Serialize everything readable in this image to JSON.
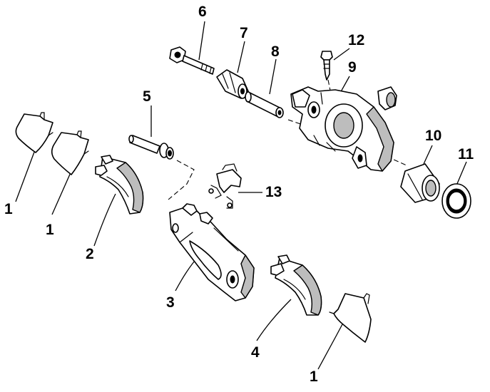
{
  "diagram": {
    "callouts": [
      {
        "id": "shim-a",
        "text": "1"
      },
      {
        "id": "shim-b",
        "text": "1"
      },
      {
        "id": "pad-inner",
        "text": "2"
      },
      {
        "id": "bracket",
        "text": "3"
      },
      {
        "id": "pad-outer",
        "text": "4"
      },
      {
        "id": "pin",
        "text": "5"
      },
      {
        "id": "bolt",
        "text": "6"
      },
      {
        "id": "boot",
        "text": "7"
      },
      {
        "id": "sleeve",
        "text": "8"
      },
      {
        "id": "caliper",
        "text": "9"
      },
      {
        "id": "piston",
        "text": "10"
      },
      {
        "id": "seal",
        "text": "11"
      },
      {
        "id": "bleeder",
        "text": "12"
      },
      {
        "id": "clip",
        "text": "13"
      },
      {
        "id": "shim-c",
        "text": "1"
      }
    ],
    "colors": {
      "line": "#000000",
      "fill": "#ffffff",
      "shade": "#bdbdbd"
    }
  }
}
